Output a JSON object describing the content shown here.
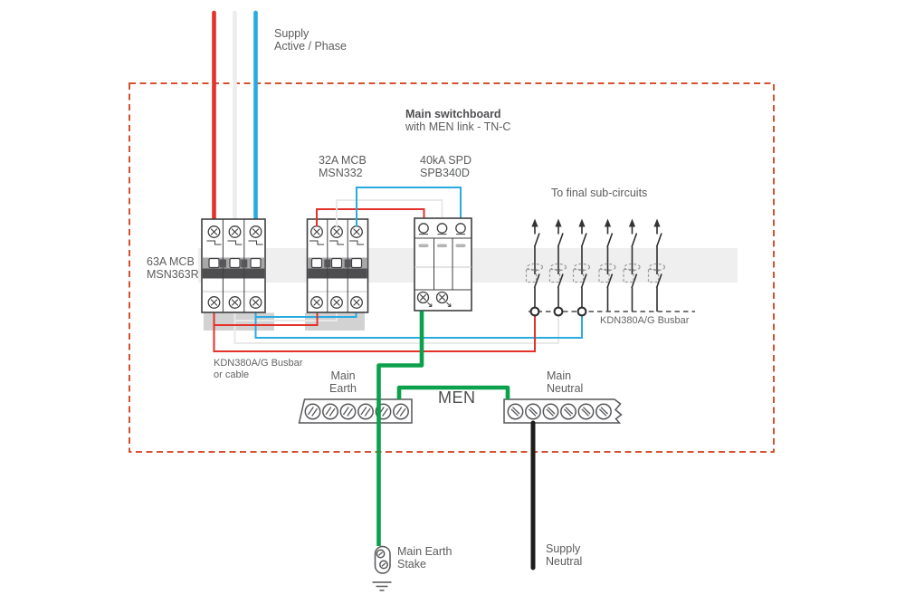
{
  "labels": {
    "supply": {
      "line1": "Supply",
      "line2": "Active / Phase"
    },
    "title": {
      "line1": "Main switchboard",
      "line2": "with MEN link - TN-C"
    },
    "mcb32": {
      "line1": "32A MCB",
      "line2": "MSN332"
    },
    "spd": {
      "line1": "40kA SPD",
      "line2": "SPB340D"
    },
    "subcircuits": "To final sub-circuits",
    "mcb63": {
      "line1": "63A MCB",
      "line2": "MSN363R"
    },
    "busbar_or_cable": {
      "line1": "KDN380A/G Busbar",
      "line2": "or cable"
    },
    "busbar": "KDN380A/G Busbar",
    "main_earth": {
      "line1": "Main",
      "line2": "Earth"
    },
    "men": "MEN",
    "main_neutral": {
      "line1": "Main",
      "line2": "Neutral"
    },
    "earth_stake": {
      "line1": "Main Earth",
      "line2": "Stake"
    },
    "supply_neutral": {
      "line1": "Supply",
      "line2": "Neutral"
    }
  },
  "colors": {
    "active_red": "#e4312a",
    "neutral_wire_grey": "#ededed",
    "phase_blue": "#29abe2",
    "earth_green": "#0aa04c",
    "supply_neutral_black": "#1d1d1b",
    "boundary_dashed": "#d5512f",
    "device_outline": "#3f3f41",
    "label_text": "#5b5c5e"
  }
}
